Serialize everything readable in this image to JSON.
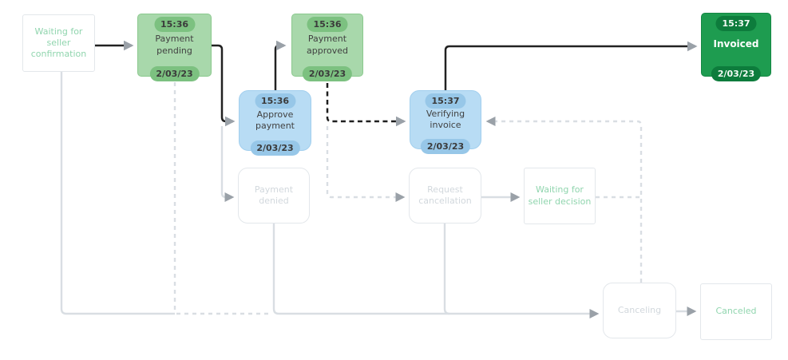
{
  "nodes": {
    "waiting_seller_confirmation": {
      "label": "Waiting for seller confirmation",
      "variant": "past-white"
    },
    "payment_pending": {
      "label": "Payment pending",
      "time": "15:36",
      "date": "2/03/23",
      "variant": "completed-green"
    },
    "payment_approved": {
      "label": "Payment approved",
      "time": "15:36",
      "date": "2/03/23",
      "variant": "completed-green"
    },
    "invoiced": {
      "label": "Invoiced",
      "time": "15:37",
      "date": "2/03/23",
      "variant": "current-dark-green"
    },
    "approve_payment": {
      "label": "Approve payment",
      "time": "15:36",
      "date": "2/03/23",
      "variant": "action-blue"
    },
    "verifying_invoice": {
      "label": "Verifying invoice",
      "time": "15:37",
      "date": "2/03/23",
      "variant": "action-blue"
    },
    "payment_denied": {
      "label": "Payment denied",
      "variant": "inactive-gray"
    },
    "request_cancellation": {
      "label": "Request cancellation",
      "variant": "inactive-gray"
    },
    "waiting_seller_decision": {
      "label": "Waiting for seller decision",
      "variant": "inactive-white"
    },
    "canceling": {
      "label": "Canceling",
      "variant": "inactive-gray"
    },
    "canceled": {
      "label": "Canceled",
      "variant": "inactive-white"
    }
  },
  "edges": [
    {
      "from": "waiting_seller_confirmation",
      "to": "payment_pending",
      "style": "solid-active"
    },
    {
      "from": "payment_pending",
      "to": "approve_payment",
      "style": "solid-active"
    },
    {
      "from": "approve_payment",
      "to": "payment_approved",
      "style": "solid-active"
    },
    {
      "from": "payment_approved",
      "to": "verifying_invoice",
      "style": "dashed-active"
    },
    {
      "from": "verifying_invoice",
      "to": "invoiced",
      "style": "solid-active"
    },
    {
      "from": "payment_pending",
      "to": "payment_denied",
      "style": "solid-inactive"
    },
    {
      "from": "payment_approved",
      "to": "request_cancellation",
      "style": "dashed-inactive"
    },
    {
      "from": "request_cancellation",
      "to": "waiting_seller_decision",
      "style": "solid-inactive"
    },
    {
      "from": "waiting_seller_decision",
      "to": "verifying_invoice",
      "style": "dashed-inactive"
    },
    {
      "from": "waiting_seller_decision",
      "to": "canceling",
      "style": "dashed-inactive"
    },
    {
      "from": "waiting_seller_confirmation",
      "to": "canceling",
      "style": "solid-inactive"
    },
    {
      "from": "payment_pending",
      "to": "canceling",
      "style": "dashed-inactive"
    },
    {
      "from": "payment_denied",
      "to": "canceling",
      "style": "solid-inactive"
    },
    {
      "from": "request_cancellation",
      "to": "canceling",
      "style": "solid-inactive"
    },
    {
      "from": "canceling",
      "to": "canceled",
      "style": "solid-inactive"
    }
  ],
  "colors": {
    "completed_fill": "#a8d8ab",
    "completed_badge": "#7cc180",
    "current_fill": "#1e9c50",
    "current_badge": "#0d7c3c",
    "action_fill": "#b8dcf4",
    "action_badge": "#97c7e8",
    "inactive_border": "#e3e7eb",
    "inactive_text": "#d2d8dd",
    "mint_text": "#90d5ae",
    "dark_text": "#414141",
    "active_line": "#222222",
    "inactive_line": "#d9dee3",
    "arrowhead": "#9aa1a8"
  }
}
